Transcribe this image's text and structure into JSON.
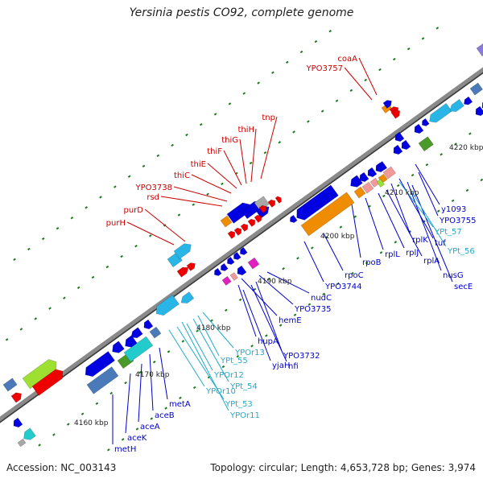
{
  "title": "Yersinia pestis CO92, complete genome",
  "footer": {
    "accession": "Accession: NC_003143",
    "summary": "Topology: circular; Length: 4,653,728 bp; Genes: 3,974"
  },
  "colors": {
    "backbone": "#8a8a8a",
    "tick": "#1a7a1a",
    "label_red": "#cc0000",
    "label_blue": "#0000cc",
    "label_cyan": "#22aacc",
    "gene_blue": "#0000e0",
    "gene_red": "#ee0000",
    "gene_orange": "#f08c00",
    "gene_sky": "#29b6e6",
    "gene_steel": "#4a7ab8",
    "gene_lime": "#9ee032",
    "gene_green": "#4a9a2a",
    "gene_magenta": "#e020c0",
    "gene_pink": "#f29a9a",
    "gene_cyan": "#22cccc",
    "gene_gray": "#a8a8a8",
    "gene_purple": "#8b7bd8"
  },
  "scale_labels": [
    "4160 kbp",
    "4170 kbp",
    "4180 kbp",
    "4190 kbp",
    "4200 kbp",
    "4210 kbp",
    "4220 kbp"
  ],
  "gene_labels": {
    "top_red": [
      "coaA",
      "YPO3757",
      "tnp",
      "thiH",
      "thiG",
      "thiF",
      "thiE",
      "thiC",
      "YPO3738",
      "rsd",
      "purD",
      "purH"
    ],
    "bottom_blue": [
      "metH",
      "aceK",
      "aceA",
      "aceB",
      "metA",
      "hupA",
      "yjaH",
      "nfi",
      "YPO3732",
      "hemE",
      "YPO3735",
      "nudC",
      "YPO3744",
      "rpoC",
      "rpoB",
      "rplL",
      "rplJ",
      "rplA",
      "rplK",
      "tuf",
      "nusG",
      "secE",
      "YPO3755",
      "y1093"
    ],
    "bottom_cyan": [
      "YPOr11",
      "YPt_53",
      "YPOr10",
      "YPt_54",
      "YPOr12",
      "YPt_55",
      "YPOr13",
      "YPt_57",
      "YPt_56"
    ]
  }
}
